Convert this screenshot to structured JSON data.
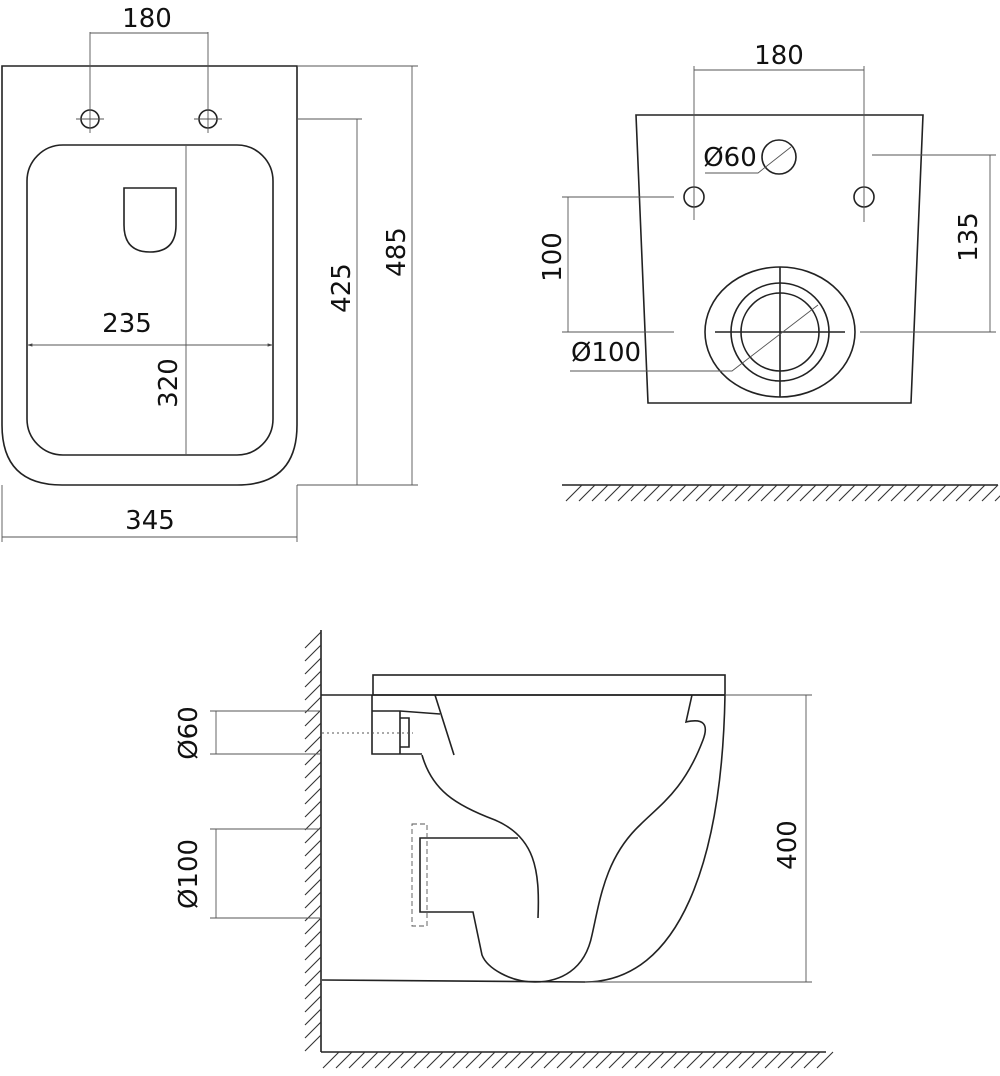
{
  "top_view": {
    "hole_spacing": "180",
    "inner_width": "235",
    "inner_length": "320",
    "hole_to_front": "425",
    "total_length": "485",
    "total_width": "345"
  },
  "back_view": {
    "hole_spacing": "180",
    "inlet_diameter": "Ø60",
    "hole_to_outlet": "100",
    "top_to_outlet": "135",
    "outlet_diameter": "Ø100"
  },
  "side_view": {
    "inlet_diameter": "Ø60",
    "outlet_diameter": "Ø100",
    "height": "400"
  }
}
